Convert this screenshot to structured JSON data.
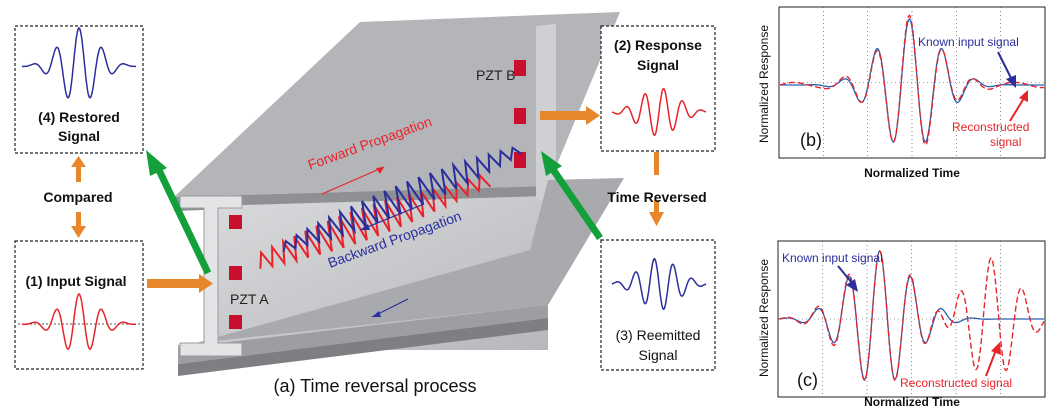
{
  "diagram": {
    "caption": "(a) Time reversal process",
    "boxes": {
      "restored": {
        "line1": "(4) Restored",
        "line2": "Signal"
      },
      "response": {
        "line1": "(2) Response",
        "line2": "Signal"
      },
      "input": {
        "label": "(1) Input Signal"
      },
      "reemitted": {
        "line1": "(3) Reemitted",
        "line2": "Signal"
      }
    },
    "labels": {
      "compared": "Compared",
      "time_reversed": "Time Reversed",
      "pzt_a": "PZT A",
      "pzt_b": "PZT B",
      "forward": "Forward Propagation",
      "backward": "Backward Propagation"
    },
    "colors": {
      "forward_wave": "#e8242b",
      "backward_wave": "#2a2f9c",
      "orange_arrow": "#e8862b",
      "green_arrow": "#13a03a",
      "beam": "#c8c9cb",
      "pzt": "#c8102e"
    }
  },
  "chart_b": {
    "panel_label": "(b)",
    "xlabel": "Normalized Time",
    "ylabel": "Normalized Response",
    "legend_known": "Known input signal",
    "legend_recon_line1": "Reconstructed",
    "legend_recon_line2": "signal"
  },
  "chart_c": {
    "panel_label": "(c)",
    "xlabel": "Normalized Time",
    "ylabel": "Normalized Response",
    "legend_known": "Known input signal",
    "legend_recon": "Reconstructed signal"
  }
}
